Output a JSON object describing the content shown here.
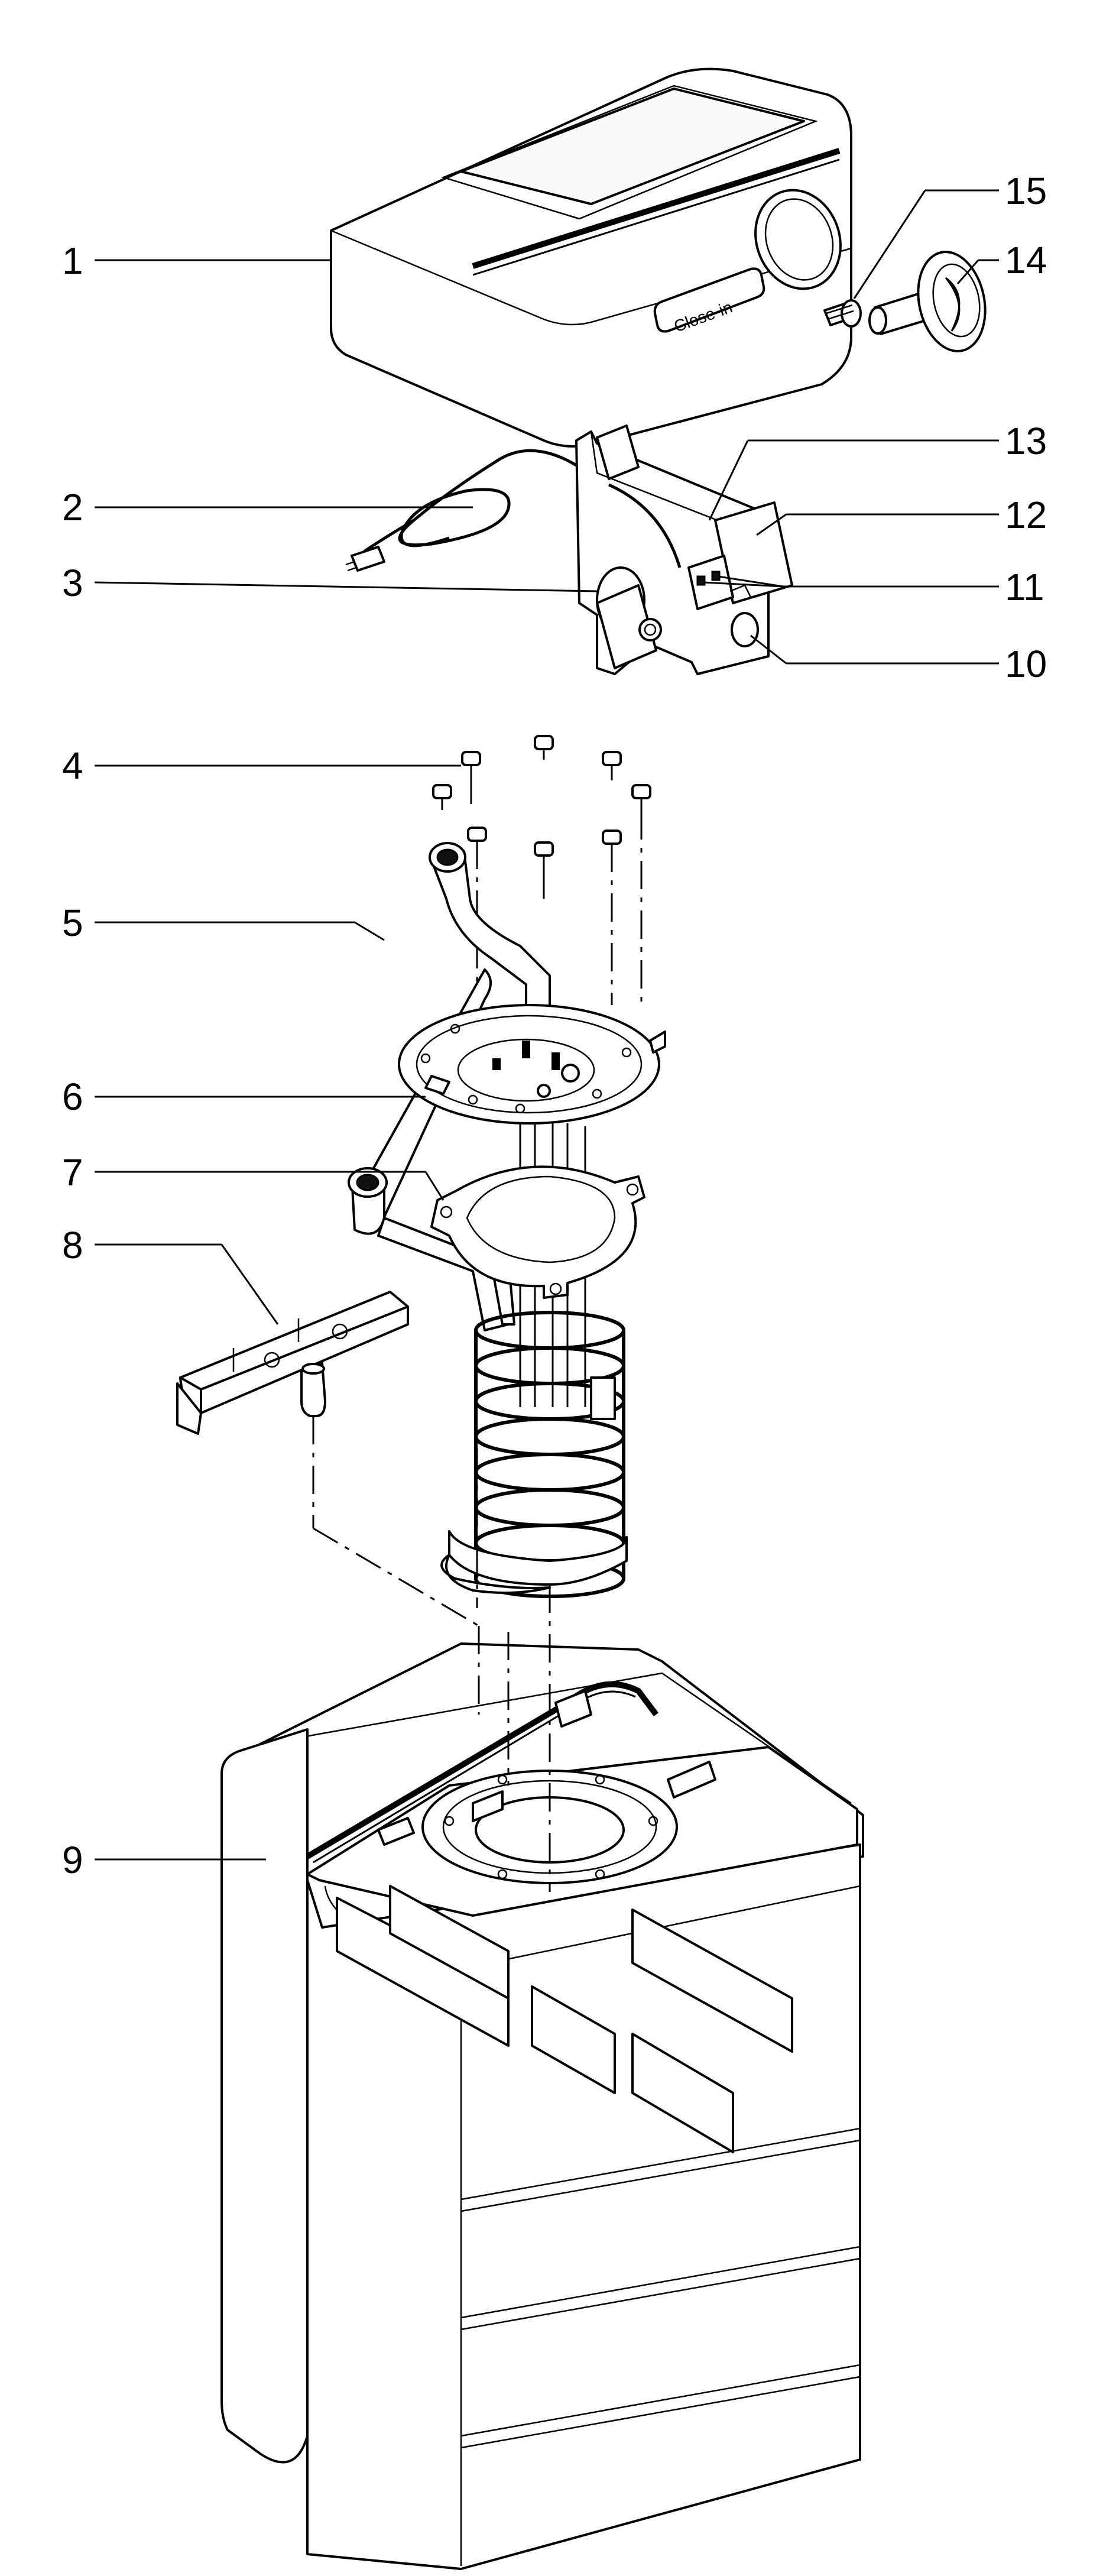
{
  "diagram": {
    "callouts": [
      {
        "id": "1",
        "label": "1"
      },
      {
        "id": "2",
        "label": "2"
      },
      {
        "id": "3",
        "label": "3"
      },
      {
        "id": "4",
        "label": "4"
      },
      {
        "id": "5",
        "label": "5"
      },
      {
        "id": "6",
        "label": "6"
      },
      {
        "id": "7",
        "label": "7"
      },
      {
        "id": "8",
        "label": "8"
      },
      {
        "id": "9",
        "label": "9"
      },
      {
        "id": "10",
        "label": "10"
      },
      {
        "id": "11",
        "label": "11"
      },
      {
        "id": "12",
        "label": "12"
      },
      {
        "id": "13",
        "label": "13"
      },
      {
        "id": "14",
        "label": "14"
      },
      {
        "id": "15",
        "label": "15"
      }
    ],
    "badge_text": "Close-in",
    "stroke_color": "#000000",
    "background_color": "#ffffff"
  }
}
